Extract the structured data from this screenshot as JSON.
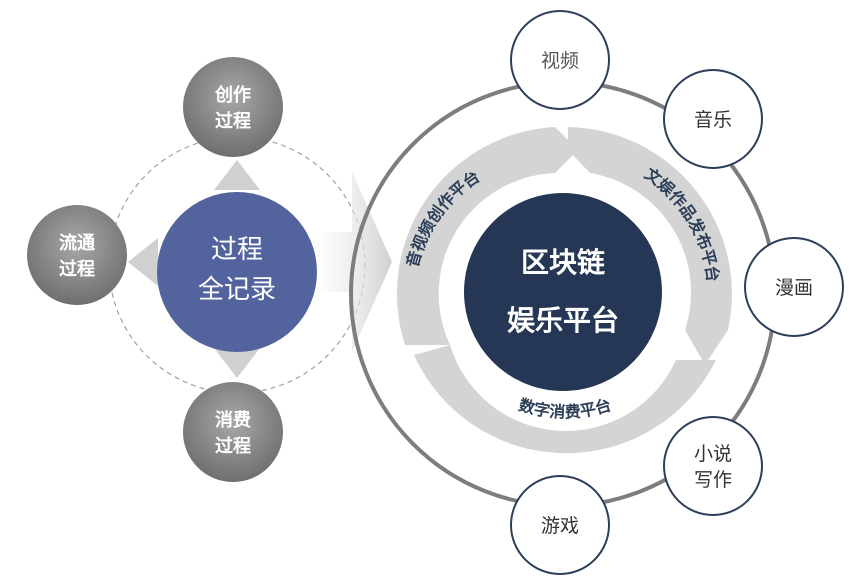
{
  "left": {
    "center_line1": "过程",
    "center_line2": "全记录",
    "top_line1": "创作",
    "top_line2": "过程",
    "left_line1": "流通",
    "left_line2": "过程",
    "bottom_line1": "消费",
    "bottom_line2": "过程"
  },
  "right": {
    "hub_line1": "区块链",
    "hub_line2": "娱乐平台",
    "arc_left": "音视频创作平台",
    "arc_right": "文娱作品发布平台",
    "arc_bottom": "数字消费平台",
    "sat_video": "视频",
    "sat_music": "音乐",
    "sat_comic": "漫画",
    "sat_novel_line1": "小说",
    "sat_novel_line2": "写作",
    "sat_game": "游戏"
  },
  "colors": {
    "center_blue": "#52639E",
    "hub_navy": "#253754",
    "node_gray": "#8a8a8a",
    "ring_gray": "#d4d4d4",
    "ring_outline": "#7d7d7d",
    "satellite_border": "#2c3e58"
  }
}
